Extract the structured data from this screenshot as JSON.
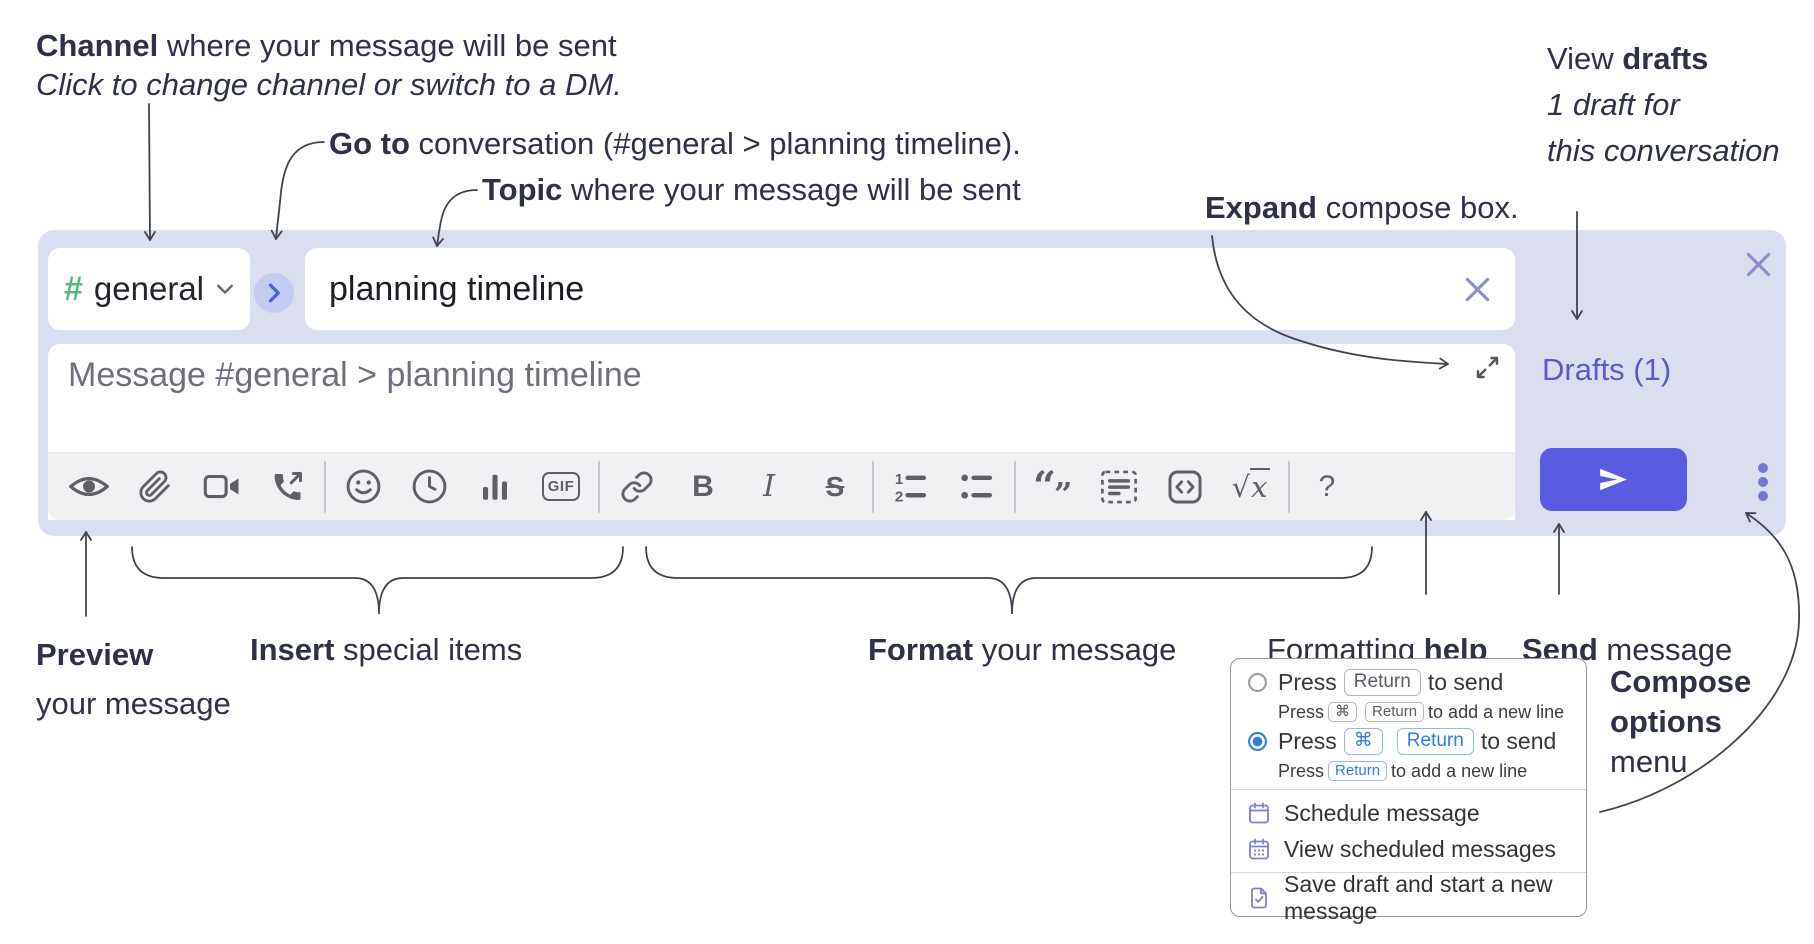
{
  "annotations": {
    "channel_note": {
      "bold": "Channel",
      "rest": " where your message will be sent",
      "line2": "Click to change channel or switch to a DM."
    },
    "goto_note": {
      "bold": "Go to",
      "rest": " conversation (#general > planning timeline)."
    },
    "topic_note": {
      "bold": "Topic",
      "rest": " where your message will be sent"
    },
    "expand_note": {
      "bold": "Expand",
      "rest": " compose box."
    },
    "drafts_note": {
      "line1_pre": "View ",
      "line1_bold": "drafts",
      "line2": "1 draft for",
      "line3": "this conversation"
    },
    "preview_note": {
      "bold": "Preview",
      "line2": "your message"
    },
    "insert_note": {
      "bold": "Insert",
      "rest": " special items"
    },
    "format_note": {
      "bold": "Format",
      "rest": " your message"
    },
    "help_note": {
      "pre": "Formatting ",
      "bold": "help"
    },
    "send_note": {
      "bold": "Send",
      "rest": " message"
    },
    "compose_note": {
      "line1": "Compose",
      "line2": "options",
      "line3": "menu"
    }
  },
  "compose": {
    "channel": {
      "hash": "#",
      "name": "general"
    },
    "topic_value": "planning timeline",
    "message_placeholder": "Message #general > planning timeline",
    "drafts_link": "Drafts (1)",
    "toolbar": {
      "bold": "B",
      "italic": "I",
      "strike": "S",
      "gif": "GIF",
      "ol1": "1",
      "ol2": "2",
      "quote_open": "“",
      "quote_close": "”",
      "sqrt_radical": "√",
      "sqrt_x": "x",
      "help": "?"
    }
  },
  "menu": {
    "options": [
      {
        "selected": false,
        "press": "Press",
        "keys": [
          "Return"
        ],
        "suffix": "to send",
        "sub_press": "Press",
        "sub_keys": [
          "⌘",
          "Return"
        ],
        "sub_suffix": "to add a new line"
      },
      {
        "selected": true,
        "press": "Press",
        "keys": [
          "⌘",
          "Return"
        ],
        "suffix": "to send",
        "sub_press": "Press",
        "sub_keys": [
          "Return"
        ],
        "sub_suffix": "to add a new line"
      }
    ],
    "items": [
      {
        "label": "Schedule message"
      },
      {
        "label": "View scheduled messages"
      },
      {
        "label": "Save draft and start a new message"
      }
    ]
  },
  "colors": {
    "compose_bg": "#dbdeef",
    "send_button": "#595be0",
    "drafts_link": "#575bc7",
    "channel_hash_green": "#5cb87e",
    "goto_chevron_blue": "#3f63de",
    "selected_radio_blue": "#2e7fe0",
    "menu_icon_purple": "#7c80d6",
    "toolbar_icon_gray": "#5f6066"
  }
}
